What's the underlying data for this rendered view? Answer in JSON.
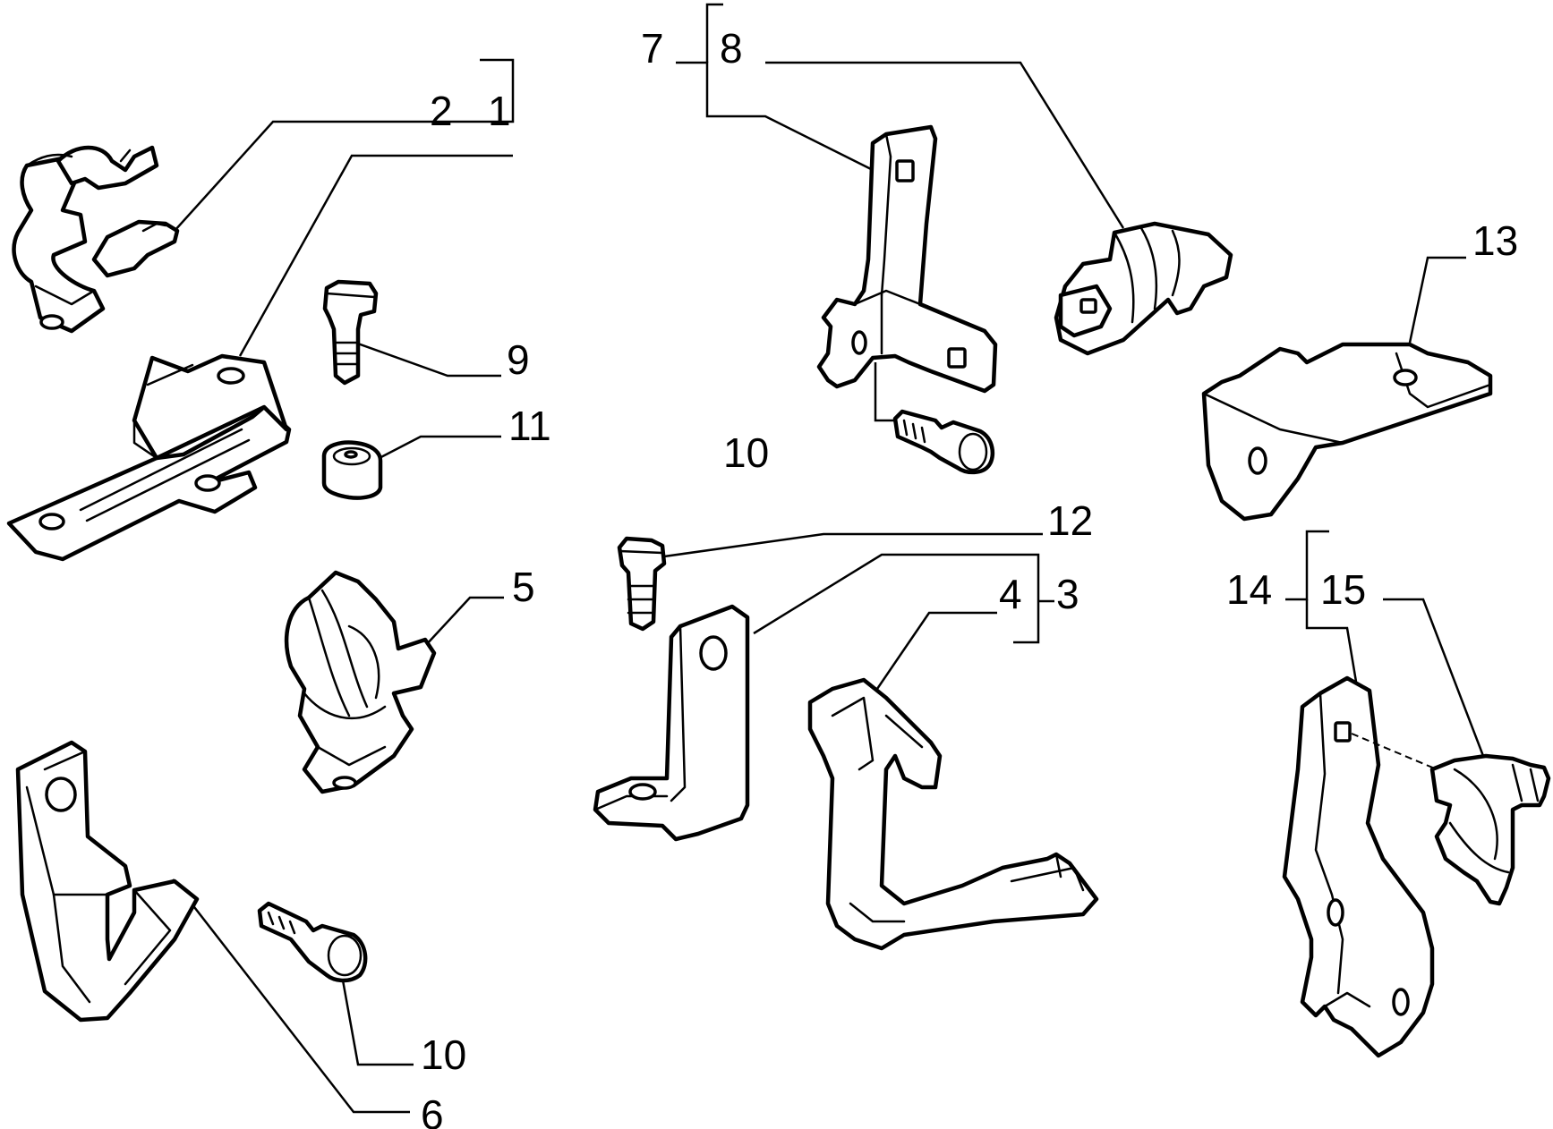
{
  "diagram": {
    "callouts": {
      "c1": "1",
      "c2": "2",
      "c3": "3",
      "c4": "4",
      "c5": "5",
      "c6": "6",
      "c7": "7",
      "c8": "8",
      "c9": "9",
      "c10_top": "10",
      "c10_bottom": "10",
      "c11": "11",
      "c12": "12",
      "c13": "13",
      "c14": "14",
      "c15": "15"
    }
  }
}
